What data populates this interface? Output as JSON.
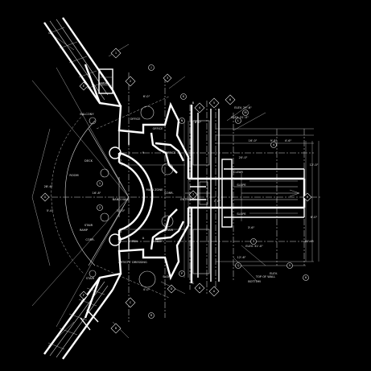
{
  "drawing": {
    "background": "#000000",
    "linework": "#ffffff",
    "room_labels": [
      "ROOM",
      "BAND HALL",
      "MAIN ZONE",
      "ENTRANCE",
      "OFFICE",
      "OFFICE",
      "LOBBY",
      "STAIR",
      "OPEN",
      "ARTISTS' DRESSING",
      "STAIR",
      "CORR.",
      "OFFICE",
      "BALCONY",
      "RAMP",
      "STAIR",
      "DECK",
      "STAIR",
      "CORR."
    ],
    "note_labels": [
      "ELEV. 31'-0\"",
      "ELEV. 31'-0\"",
      "TOP OF WALL",
      "ELEV. 29'-6\"",
      "CLEAR",
      "SLOPE",
      "SLOPE",
      "SLOPE",
      "16'-0\"",
      "9'-8\"",
      "4'-6\"",
      "12'-0\"",
      "6'-0\"",
      "21'-4\"",
      "12'-6\"",
      "4'-6\"",
      "31'-0\"",
      "28'-6\"",
      "5'-4\"",
      "8'-0\"",
      "20'-0\"",
      "3'-6\"",
      "6'-0\"",
      "4'-0\"",
      "ELEV.",
      "BOTTOM",
      "16'-8\""
    ],
    "tags": [
      "1",
      "2",
      "3",
      "4",
      "5",
      "6",
      "7",
      "8",
      "A",
      "B",
      "C",
      "D",
      "E",
      "F",
      "G",
      "H",
      "J",
      "K",
      "L",
      "M",
      "N",
      "P",
      "Q",
      "R",
      "1",
      "2",
      "3",
      "4",
      "5",
      "6",
      "7",
      "8",
      "9",
      "A",
      "B",
      "C"
    ]
  }
}
